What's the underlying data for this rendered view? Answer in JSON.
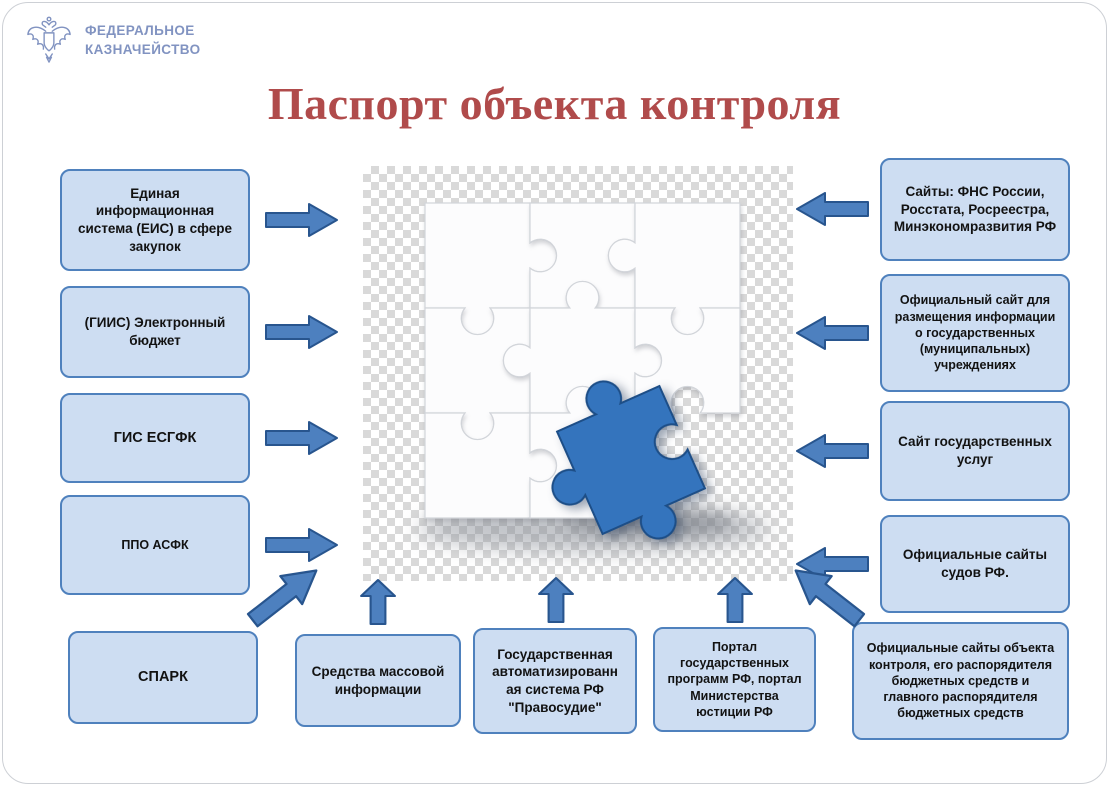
{
  "title": "Паспорт объекта контроля",
  "logo": {
    "line1": "ФЕДЕРАЛЬНОЕ",
    "line2": "КАЗНАЧЕЙСТВО"
  },
  "left_boxes": [
    {
      "label": "Единая информационная система (ЕИС) в сфере закупок"
    },
    {
      "label": "(ГИИС) Электронный бюджет"
    },
    {
      "label": "ГИС ЕСГФК"
    },
    {
      "label": "ППО АСФК"
    }
  ],
  "right_boxes": [
    {
      "label": "Сайты: ФНС России, Росстата, Росреестра, Минэкономразвития РФ"
    },
    {
      "label": "Официальный сайт для размещения информации о государственных (муниципальных) учреждениях"
    },
    {
      "label": "Сайт государственных услуг"
    },
    {
      "label": "Официальные сайты судов РФ."
    }
  ],
  "bottom_boxes": [
    {
      "label": "СПАРК"
    },
    {
      "label": "Средства массовой информации"
    },
    {
      "label": "Государственная автоматизированн ая система РФ \"Правосудие\""
    },
    {
      "label": "Портал государственных программ РФ, портал Министерства юстиции РФ"
    },
    {
      "label": "Официальные сайты объекта контроля, его распорядителя бюджетных средств и главного распорядителя бюджетных средств"
    }
  ],
  "center_image": {
    "description": "пазл с синим недостающим элементом"
  },
  "colors": {
    "title": "#b04b4b",
    "box_fill": "#cdddf2",
    "box_border": "#4f81bd",
    "arrow_fill": "#4d80bf",
    "arrow_border": "#28558e",
    "puzzle_blue": "#3474bd",
    "logo_blue": "#8193c1"
  }
}
